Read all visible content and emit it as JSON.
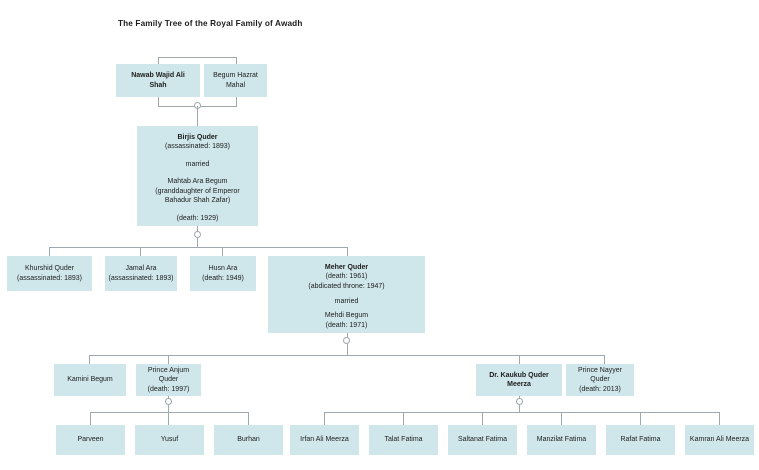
{
  "title": "The Family Tree of the Royal Family of Awadh",
  "colors": {
    "node_fill": "#cfe6ea",
    "connector": "#9fa8ac",
    "text": "#1d1d1d",
    "background": "#ffffff"
  },
  "nodes": {
    "nawab_wajid_ali_shah": {
      "name": "Nawab Wajid Ali",
      "name2": "Shah"
    },
    "begum_hazrat_mahal": {
      "name": "Begum Hazrat",
      "name2": "Mahal"
    },
    "birjis_quder": {
      "name": "Birjis Quder",
      "detail": "(assassinated: 1893)",
      "married": "married",
      "spouse": "Mahtab Ara Begum",
      "spouse_note1": "(granddaughter of Emperor",
      "spouse_note2": "Bahadur Shah Zafar)",
      "spouse_death": "(death: 1929)"
    },
    "khurshid_quder": {
      "name": "Khurshid Quder",
      "detail": "(assassinated: 1893)"
    },
    "jamal_ara": {
      "name": "Jamal Ara",
      "detail": "(assassinated: 1893)"
    },
    "husn_ara": {
      "name": "Husn Ara",
      "detail": "(death: 1949)"
    },
    "meher_quder": {
      "name": "Meher Quder",
      "detail": "(death: 1961)",
      "detail2": "(abdicated throne: 1947)",
      "married": "married",
      "spouse": "Mehdi Begum",
      "spouse_death": "(death: 1971)"
    },
    "kamini_begum": {
      "name": "Kamini Begum"
    },
    "prince_anjum_quder": {
      "name": "Prince Anjum",
      "name2": "Quder",
      "detail": "(death: 1997)"
    },
    "dr_kaukub_quder_meerza": {
      "name": "Dr. Kaukub Quder",
      "name2": "Meerza"
    },
    "prince_nayyer_quder": {
      "name": "Prince Nayyer",
      "name2": "Quder",
      "detail": "(death: 2013)"
    },
    "parveen": {
      "name": "Parveen"
    },
    "yusuf": {
      "name": "Yusuf"
    },
    "burhan": {
      "name": "Burhan"
    },
    "irfan_ali_meerza": {
      "name": "Irfan Ali Meerza"
    },
    "talat_fatima": {
      "name": "Talat Fatima"
    },
    "saltanat_fatima": {
      "name": "Saltanat Fatima"
    },
    "manzilat_fatima": {
      "name": "Manzilat Fatima"
    },
    "rafat_fatima": {
      "name": "Rafat Fatima"
    },
    "kamran_ali_meerza": {
      "name": "Kamran Ali Meerza"
    }
  }
}
